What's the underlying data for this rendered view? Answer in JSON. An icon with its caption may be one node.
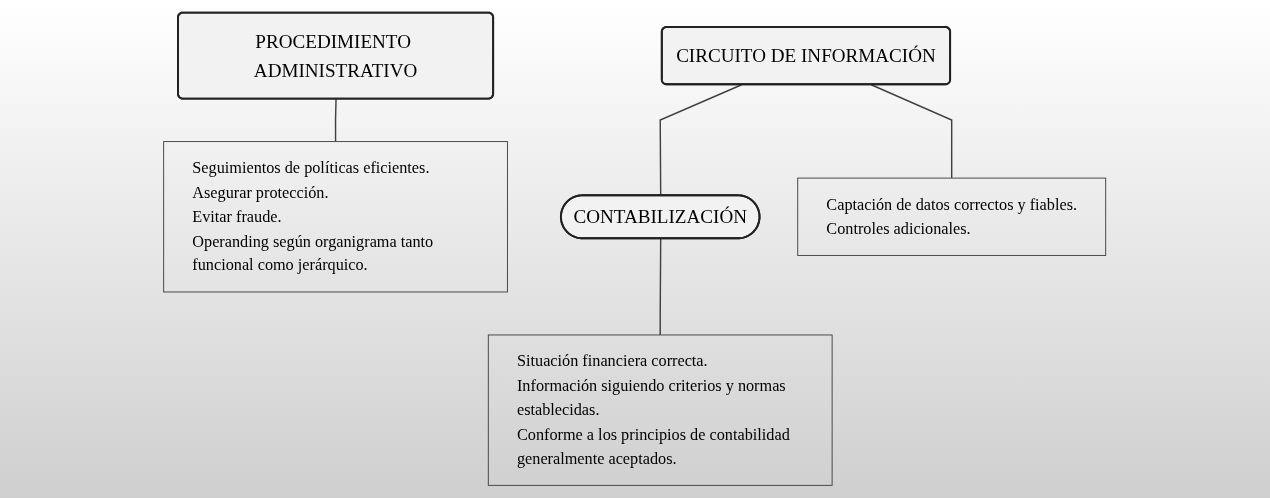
{
  "diagram": {
    "nodes": [
      {
        "text": [
          "PROCEDIMIENTO ADMINISTRATIVO"
        ]
      },
      {
        "text": [
          "CIRCUITO DE INFORMACIÓN"
        ]
      },
      {
        "text": [
          "CONTABILIZACIÓN"
        ]
      },
      {
        "text": [
          "Seguimientos de políticas eficientes.",
          "Asegurar protección.",
          "Evitar fraude.",
          "Operanding según organigrama tanto funcional como jerárquico."
        ]
      },
      {
        "text": [
          "Captación de datos correctos y fiables.",
          "Controles adicionales."
        ]
      },
      {
        "text": [
          "Situación financiera correcta.",
          "Información siguiendo criterios y normas establecidas.",
          "Conforme a los principios de contabilidad generalmente aceptados."
        ]
      }
    ],
    "edges": [
      {
        "from": 1,
        "to": 2,
        "arrow": "none"
      },
      {
        "from": 0,
        "to": 3,
        "arrow": "none"
      },
      {
        "from": 1,
        "to": 4,
        "arrow": "none"
      },
      {
        "from": 2,
        "to": 5,
        "arrow": "none"
      }
    ]
  }
}
